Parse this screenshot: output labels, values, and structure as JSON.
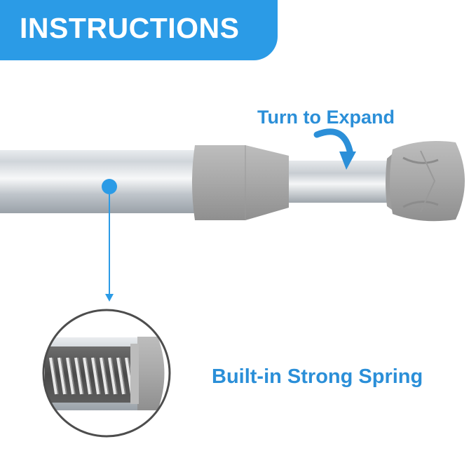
{
  "header": {
    "title": "INSTRUCTIONS"
  },
  "callouts": {
    "turn_to_expand": "Turn to Expand",
    "built_in_spring": "Built-in Strong Spring"
  },
  "colors": {
    "accent_blue": "#2b9be6",
    "label_blue": "#2b8fd8",
    "rod_silver": "#c9ced3",
    "cap_gray": "#a9a9a9"
  },
  "icons": {
    "rotate_arrow": "curved-arrow-icon",
    "pointer": "down-arrow-icon"
  }
}
